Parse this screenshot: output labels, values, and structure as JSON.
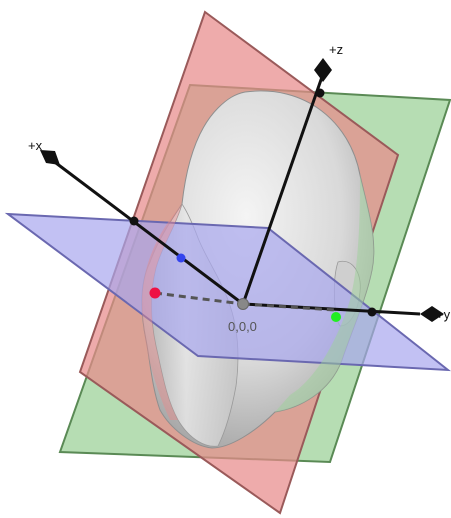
{
  "figure": {
    "axes": {
      "x_label": "+x",
      "y_label": "+y",
      "z_label": "+z"
    },
    "origin_label": "0,0,0",
    "colors": {
      "plane_sagittal": "#e88a8a",
      "plane_coronal": "#9ed19a",
      "plane_axial": "#a8a6ee",
      "axis": "#111111",
      "landmark_red": "#ee1144",
      "landmark_blue": "#3344ee",
      "landmark_green": "#22ee22",
      "origin": "#888888"
    },
    "icons": {
      "head_model": "3d-head-mesh-icon",
      "axis_arrowhead": "diamond-arrowhead"
    }
  }
}
